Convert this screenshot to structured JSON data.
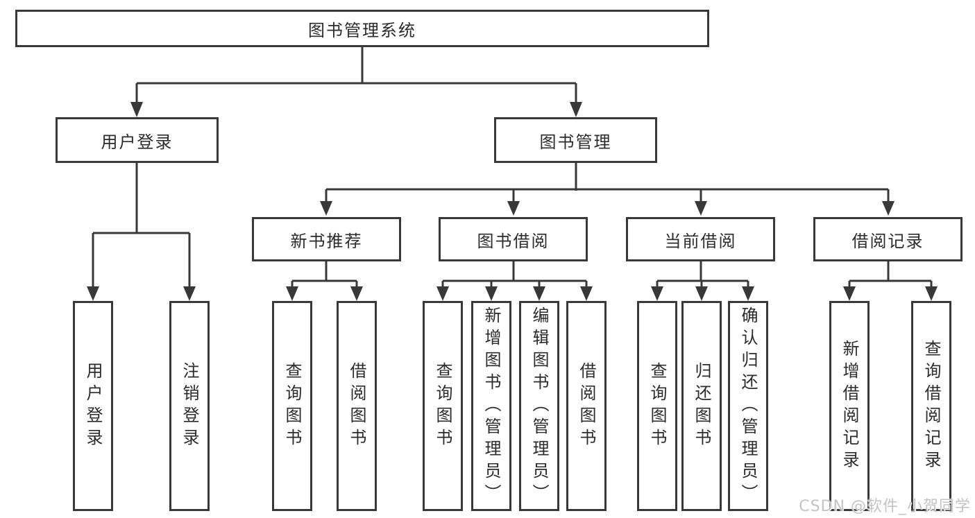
{
  "diagram": {
    "root": {
      "label": "图书管理系统"
    },
    "user_login": {
      "label": "用户登录",
      "children": [
        {
          "label": "用户登录"
        },
        {
          "label": "注销登录"
        }
      ]
    },
    "book_mgmt": {
      "label": "图书管理",
      "sections": [
        {
          "label": "新书推荐",
          "children": [
            {
              "label": "查询图书"
            },
            {
              "label": "借阅图书"
            }
          ]
        },
        {
          "label": "图书借阅",
          "children": [
            {
              "label": "查询图书"
            },
            {
              "label": "新增图书（管理员）"
            },
            {
              "label": "编辑图书（管理员）"
            },
            {
              "label": "借阅图书"
            }
          ]
        },
        {
          "label": "当前借阅",
          "children": [
            {
              "label": "查询图书"
            },
            {
              "label": "归还图书"
            },
            {
              "label": "确认归还（管理员）"
            }
          ]
        },
        {
          "label": "借阅记录",
          "children": [
            {
              "label": "新增借阅记录"
            },
            {
              "label": "查询借阅记录"
            }
          ]
        }
      ]
    }
  },
  "watermark": "CSDN @软件_小贺同学",
  "colors": {
    "line": "#383838",
    "box_border": "#383838",
    "box_background": "#ffffff",
    "text": "#2b2b2b",
    "watermark": "#c3c3c3"
  }
}
